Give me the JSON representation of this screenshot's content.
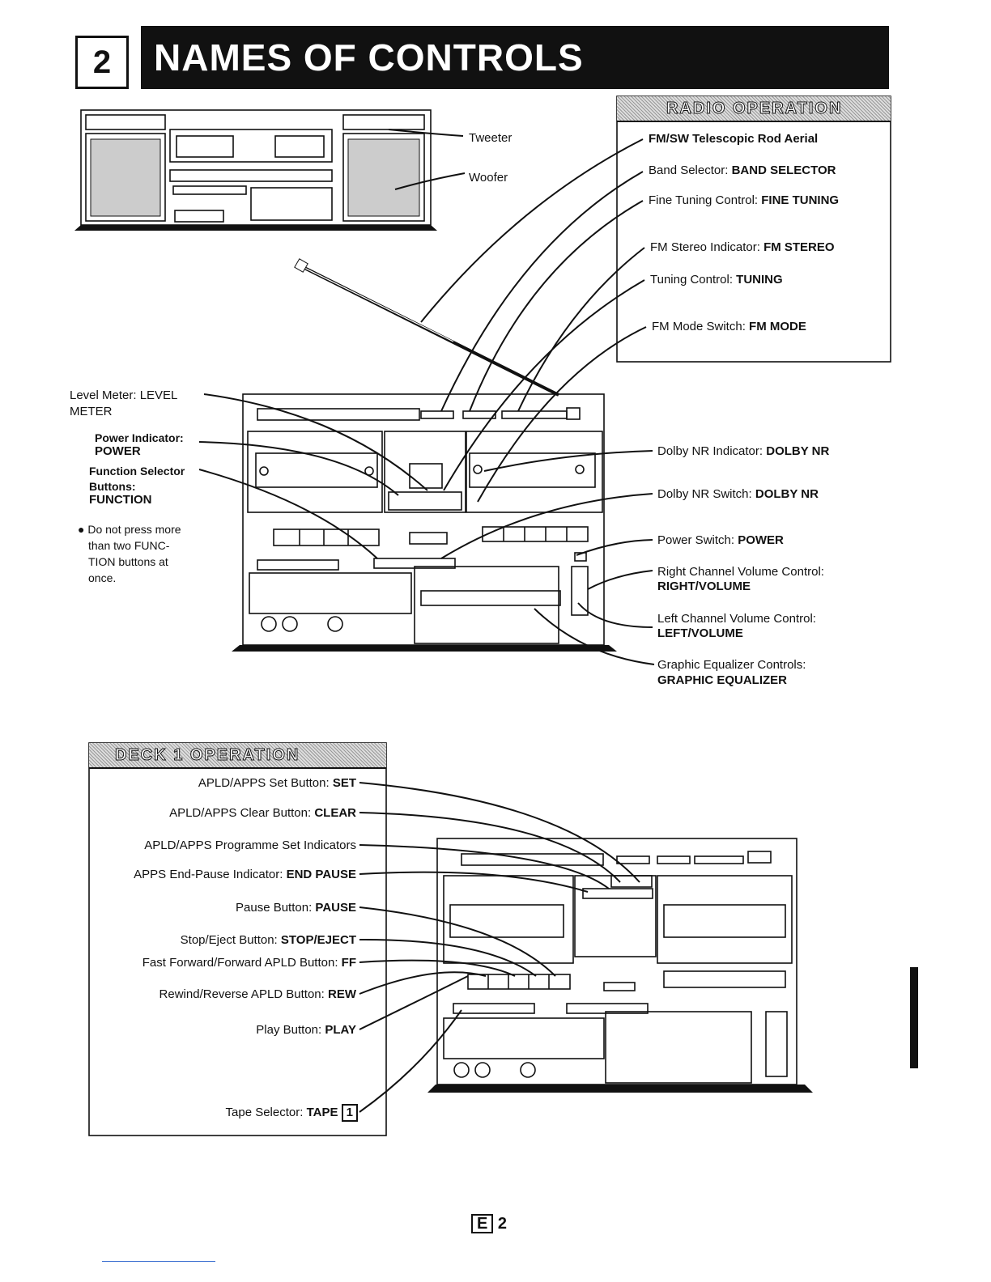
{
  "header": {
    "section_number": "2",
    "title": "NAMES OF CONTROLS"
  },
  "speaker_labels": {
    "tweeter": "Tweeter",
    "woofer": "Woofer"
  },
  "radio": {
    "heading": "RADIO OPERATION",
    "items": [
      {
        "name": "FM/SW Telescopic Rod Aerial",
        "value": ""
      },
      {
        "name": "Band Selector:",
        "value": "BAND SELECTOR"
      },
      {
        "name": "Fine Tuning Control:",
        "value": "FINE TUNING"
      },
      {
        "name": "FM Stereo Indicator:",
        "value": "FM STEREO"
      },
      {
        "name": "Tuning Control:",
        "value": "TUNING"
      },
      {
        "name": "FM Mode Switch:",
        "value": "FM MODE"
      }
    ]
  },
  "left_labels": {
    "level_meter_a": "Level Meter:  LEVEL",
    "level_meter_b": "METER",
    "power_indicator_a": "Power Indicator:",
    "power_indicator_b": "POWER",
    "function_a": "Function Selector",
    "function_b": "Buttons:",
    "function_c": "FUNCTION",
    "note": [
      "Do not press more",
      "than two FUNC-",
      "TION buttons at",
      "once."
    ]
  },
  "right_labels": {
    "dolby_indicator": {
      "name": "Dolby NR Indicator:",
      "value": "DOLBY NR"
    },
    "dolby_switch": {
      "name": "Dolby NR Switch:",
      "value": "DOLBY NR"
    },
    "power_switch": {
      "name": "Power Switch:",
      "value": "POWER"
    },
    "right_volume": {
      "name": "Right Channel Volume Control:",
      "value": "RIGHT/VOLUME"
    },
    "left_volume": {
      "name": "Left Channel Volume Control:",
      "value": "LEFT/VOLUME"
    },
    "graphic_eq": {
      "name": "Graphic Equalizer Controls:",
      "value": "GRAPHIC EQUALIZER"
    }
  },
  "deck": {
    "heading": "DECK 1 OPERATION",
    "items": [
      {
        "name": "APLD/APPS Set Button:",
        "value": "SET"
      },
      {
        "name": "APLD/APPS Clear Button:",
        "value": "CLEAR"
      },
      {
        "name": "APLD/APPS Programme Set Indicators",
        "value": ""
      },
      {
        "name": "APPS End-Pause Indicator:",
        "value": "END PAUSE"
      },
      {
        "name": "Pause Button:",
        "value": "PAUSE"
      },
      {
        "name": "Stop/Eject Button:",
        "value": "STOP/EJECT"
      },
      {
        "name": "Fast Forward/Forward APLD Button:",
        "value": "FF"
      },
      {
        "name": "Rewind/Reverse APLD Button:",
        "value": "REW"
      },
      {
        "name": "Play Button:",
        "value": "PLAY"
      },
      {
        "name": "Tape Selector:",
        "value": "TAPE"
      }
    ],
    "tape_number": "1"
  },
  "footer": {
    "page_letter": "E",
    "page_number": "2"
  }
}
